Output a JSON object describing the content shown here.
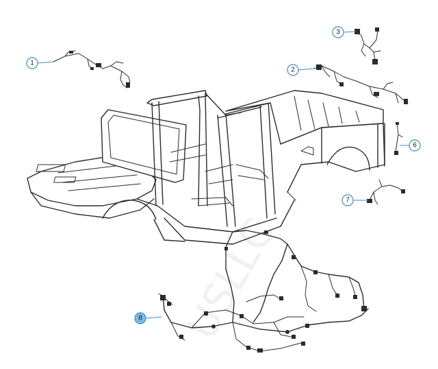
{
  "callouts": [
    {
      "id": "1",
      "label": "1"
    },
    {
      "id": "2",
      "label": "2"
    },
    {
      "id": "3",
      "label": "3"
    },
    {
      "id": "6",
      "label": "6"
    },
    {
      "id": "7",
      "label": "7"
    },
    {
      "id": "8",
      "label": "8"
    }
  ],
  "watermark": "USLLC",
  "colors": {
    "callout_stroke": "#3a8fd0",
    "callout_highlight": "#7fbbe8",
    "line": "#2b2b2b"
  }
}
